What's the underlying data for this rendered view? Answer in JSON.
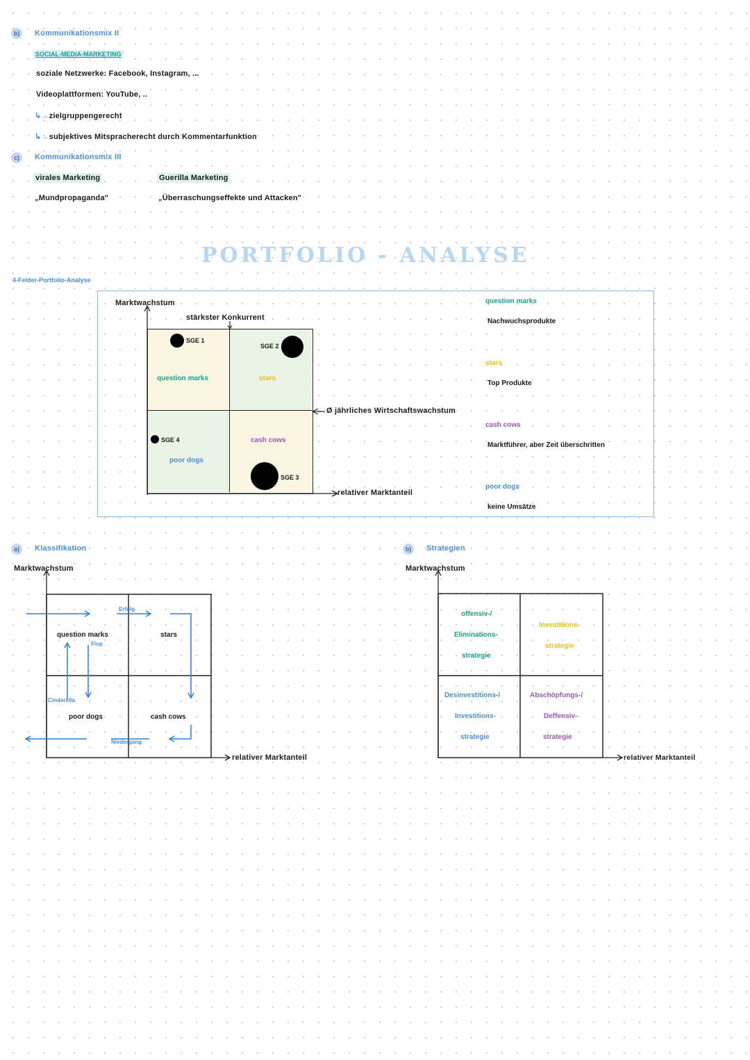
{
  "komm2": {
    "marker": "b)",
    "heading": "Kommunikationsmix II",
    "subheading": "SOCIAL-MEDIA-MARKETING",
    "line1": "soziale Netzwerke: Facebook, Instagram, ...",
    "line2": "Videoplattformen: YouTube, ..",
    "line3": "zielgruppengerecht",
    "line4": "subjektives Mitspracherecht durch Kommentarfunktion"
  },
  "komm3": {
    "marker": "c)",
    "heading": "Kommunikationsmix III",
    "viral_label": "virales Marketing",
    "viral_desc": "„Mundpropaganda\"",
    "guerilla_label": "Guerilla Marketing",
    "guerilla_desc": "„Überraschungseffekte und Attacken\""
  },
  "portfolio": {
    "title": "PORTFOLIO - ANALYSE",
    "section_label": "4-Felder-Portfolio-Analyse",
    "y_axis": "Marktwachstum",
    "top_label": "stärkster Konkurrent",
    "x_axis": "relativer Marktanteil",
    "growth_label": "Ø jährliches Wirtschaftswachstum",
    "cells": {
      "question_marks": "question marks",
      "stars": "stars",
      "poor_dogs": "poor dogs",
      "cash_cows": "cash cows"
    },
    "sge": {
      "sge1": "SGE 1",
      "sge2": "SGE 2",
      "sge3": "SGE 3",
      "sge4": "SGE 4"
    },
    "legend": {
      "qm_title": "question marks",
      "qm_desc": "Nachwuchsprodukte",
      "stars_title": "stars",
      "stars_desc": "Top Produkte",
      "cows_title": "cash cows",
      "cows_desc": "Marktführer, aber Zeit überschritten",
      "dogs_title": "poor dogs",
      "dogs_desc": "keine Umsätze"
    }
  },
  "klassifikation": {
    "marker": "a)",
    "heading": "Klassifikation",
    "y_axis": "Marktwachstum",
    "x_axis": "relativer Marktanteil",
    "question_marks": "question marks",
    "stars": "stars",
    "poor_dogs": "poor dogs",
    "cash_cows": "cash cows",
    "erfolg": "Erfolg",
    "flop": "Flop",
    "cinderella": "Cinderella",
    "niedergang": "Niedergang"
  },
  "strategien": {
    "marker": "b)",
    "heading": "Strategien",
    "y_axis": "Marktwachstum",
    "x_axis": "relativer Marktanteil",
    "tl": [
      "offensiv-/",
      "Eliminations-",
      "strategie"
    ],
    "tr": [
      "Investitions-",
      "strategie"
    ],
    "bl": [
      "Desinvestitions-/",
      "Investitions-",
      "strategie"
    ],
    "br": [
      "Abschöpfungs-/",
      "Deffensiv-",
      "strategie"
    ]
  },
  "colors": {
    "teal": "#1aa08a",
    "blue": "#4a8fd6",
    "yellow": "#f2bd1a",
    "purple": "#9a59b8"
  }
}
